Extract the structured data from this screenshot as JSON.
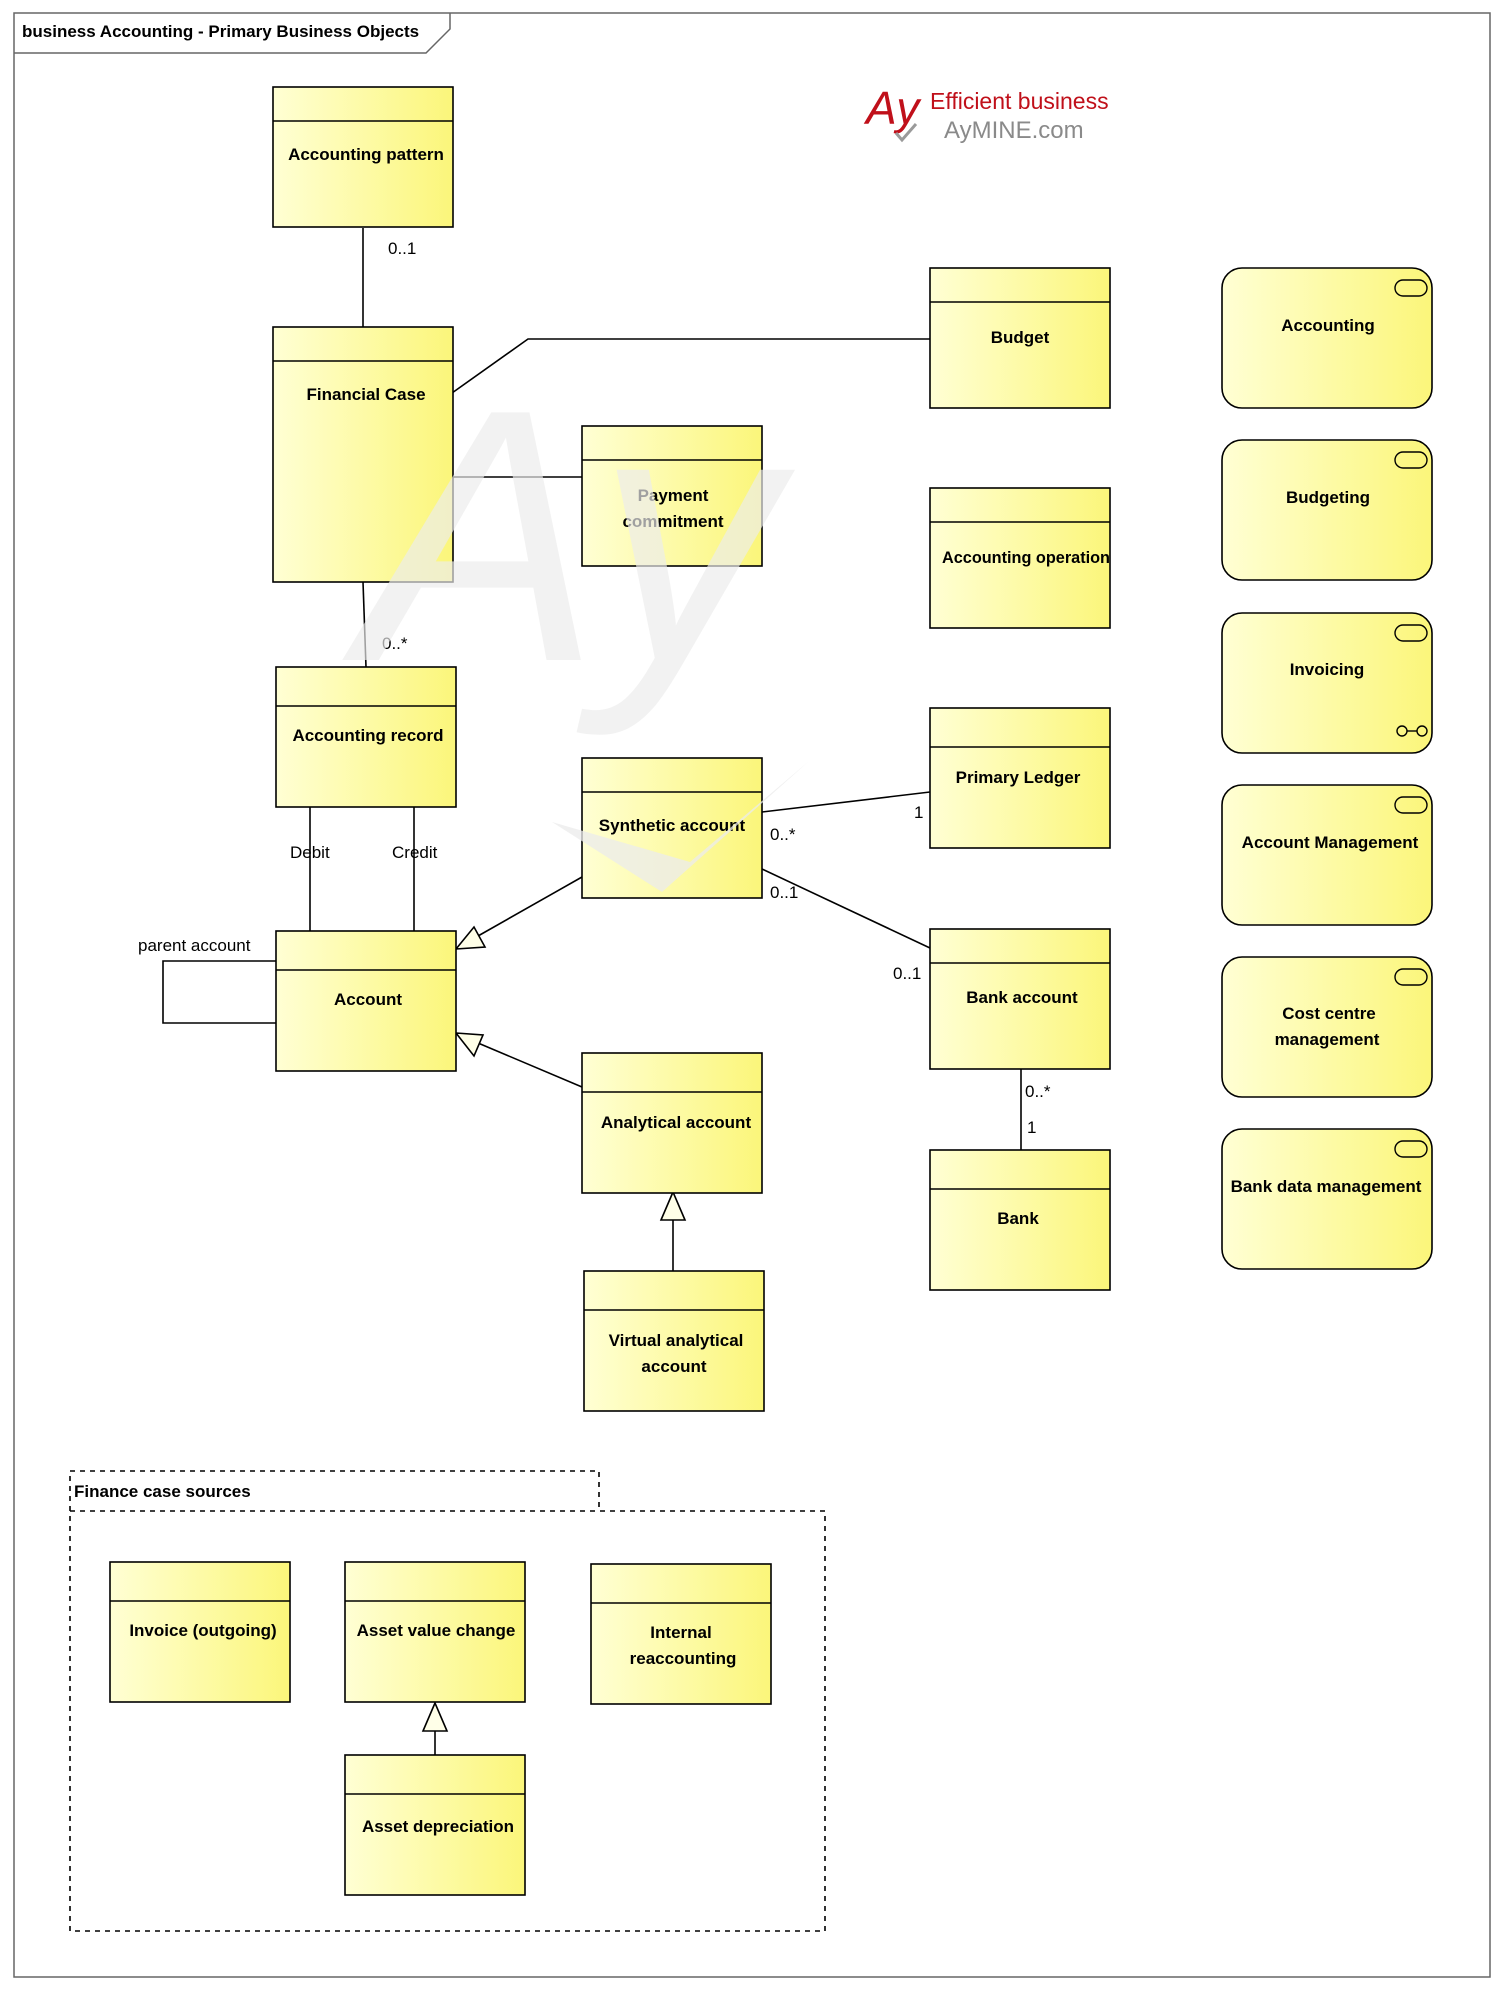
{
  "frame": {
    "title": "business Accounting - Primary Business Objects"
  },
  "logo": {
    "mark": "Ay",
    "tagline": "Efficient business",
    "site": "AyMINE.com",
    "accent": "#c0101a",
    "gray": "#8a8a8a"
  },
  "watermark": {
    "text": "Ay"
  },
  "colors": {
    "fill_light": "#ffffd4",
    "fill_dark": "#fbf67a",
    "stroke": "#000000"
  },
  "objects": {
    "accounting_pattern": "Accounting pattern",
    "financial_case": "Financial Case",
    "budget": "Budget",
    "payment_commitment": [
      "Payment",
      "commitment"
    ],
    "accounting_operation": "Accounting operation",
    "accounting_record": "Accounting record",
    "primary_ledger": "Primary Ledger",
    "synthetic_account": "Synthetic account",
    "account": "Account",
    "bank_account": "Bank account",
    "analytical_account": "Analytical account",
    "bank": "Bank",
    "virtual_analytical_account": [
      "Virtual analytical",
      "account"
    ],
    "invoice_outgoing": "Invoice (outgoing)",
    "asset_value_change": "Asset value change",
    "internal_reaccounting": [
      "Internal",
      "reaccounting"
    ],
    "asset_depreciation": "Asset depreciation"
  },
  "services": {
    "accounting": "Accounting",
    "budgeting": "Budgeting",
    "invoicing": "Invoicing",
    "account_management": "Account Management",
    "cost_centre_management": [
      "Cost centre",
      "management"
    ],
    "bank_data_management": "Bank data management"
  },
  "group": {
    "title": "Finance case sources"
  },
  "labels": {
    "pattern_mult": "0..1",
    "record_mult": "0..*",
    "debit": "Debit",
    "credit": "Credit",
    "parent_account": "parent account",
    "synth_ledger_mult": "0..*",
    "ledger_mult": "1",
    "synth_bank_mult": "0..1",
    "bankacc_mult": "0..1",
    "bankacc_bank_mult": "0..*",
    "bank_mult": "1"
  }
}
